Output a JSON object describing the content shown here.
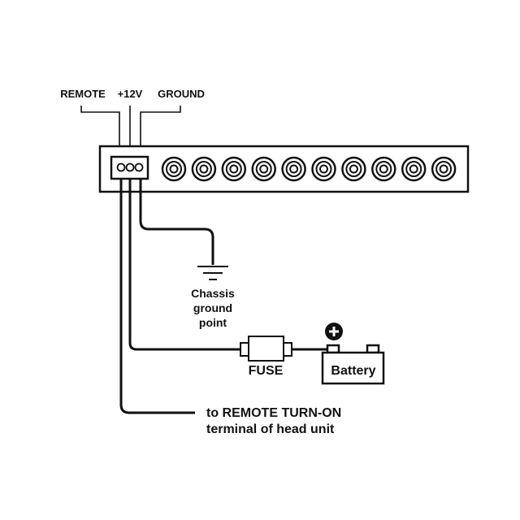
{
  "labels": {
    "remote": "REMOTE",
    "plus12v": "+12V",
    "ground": "GROUND",
    "chassis_line1": "Chassis",
    "chassis_line2": "ground",
    "chassis_line3": "point",
    "fuse": "FUSE",
    "battery": "Battery",
    "remote_turnon_line1": "to REMOTE TURN-ON",
    "remote_turnon_line2": "terminal of head unit"
  },
  "unit": {
    "rca_jack_count": 10,
    "terminal_count": 3
  },
  "colors": {
    "line": "#111111",
    "background": "#ffffff"
  }
}
